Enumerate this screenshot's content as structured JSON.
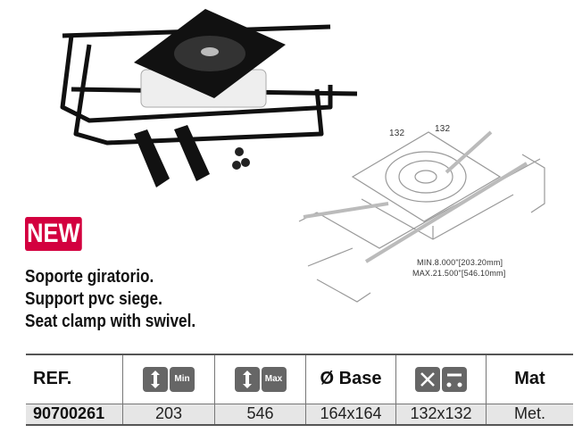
{
  "badge": "NEW",
  "description": [
    "Soporte giratorio.",
    "Support pvc siege.",
    "Seat clamp with swivel."
  ],
  "drawing": {
    "dim_left": "132",
    "dim_right": "132",
    "min_label": "MIN.8.000\"[203.20mm]",
    "max_label": "MAX.21.500\"[546.10mm]"
  },
  "table": {
    "headers": {
      "ref": "REF.",
      "min": "Min",
      "max": "Max",
      "base": "Ø Base",
      "mat": "Mat"
    },
    "row": {
      "ref": "90700261",
      "min": "203",
      "max": "546",
      "base": "164x164",
      "holes": "132x132",
      "mat": "Met."
    }
  }
}
